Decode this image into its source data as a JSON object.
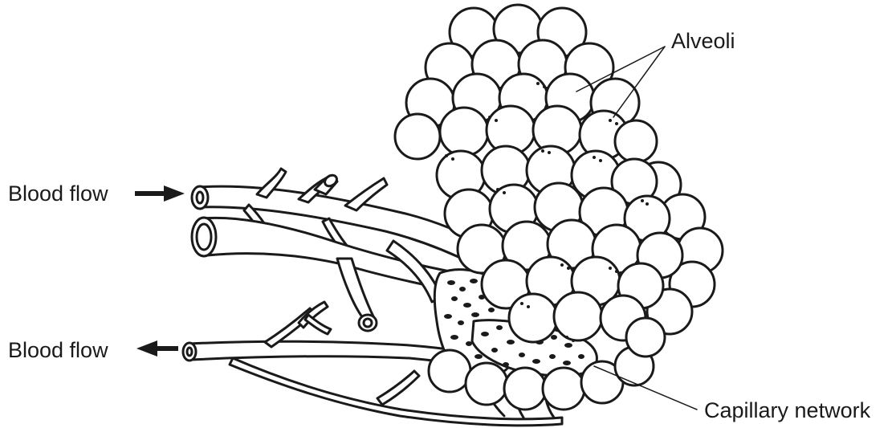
{
  "labels": {
    "alveoli": "Alveoli",
    "blood_flow_in": "Blood flow",
    "blood_flow_out": "Blood flow",
    "capillary_network": "Capillary network"
  },
  "colors": {
    "ink": "#1a1a1a",
    "background": "#ffffff",
    "fill": "#ffffff"
  },
  "icons": {
    "inflow_arrow": "arrow-right-icon",
    "outflow_arrow": "arrow-left-icon"
  }
}
